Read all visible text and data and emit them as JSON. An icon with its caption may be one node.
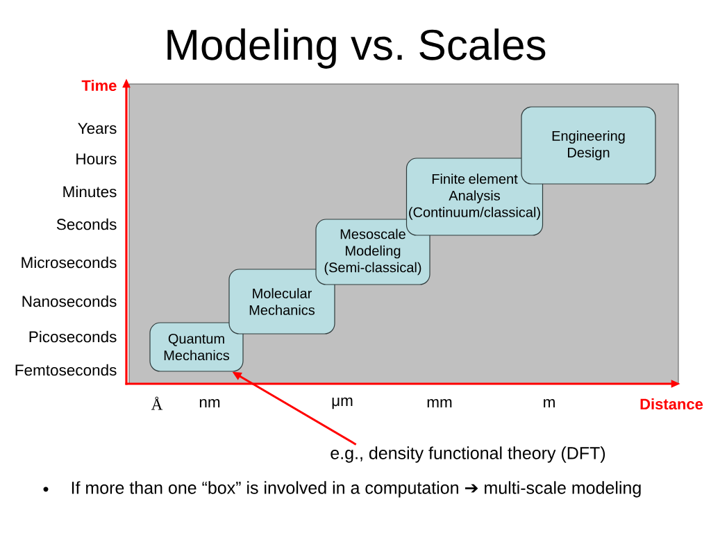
{
  "diagram": {
    "title": "Modeling vs. Scales",
    "nodes": [
      {
        "text": [
          "Quantum Mechanics"
        ]
      },
      {
        "text": [
          "Molecular Mechanics"
        ]
      },
      {
        "text": [
          "Mesoscale Modeling (Semi-classical)"
        ]
      },
      {
        "text": [
          "Finite element Analysis (Continuum/classical)"
        ]
      },
      {
        "text": [
          "Engineering Design"
        ]
      },
      {
        "text": [
          "e.g., density functional theory (DFT)"
        ]
      }
    ],
    "edges": [
      {
        "from": 5,
        "to": 0,
        "arrow": "to",
        "color": "#ff0000"
      }
    ],
    "labels": [
      "Time",
      "Years",
      "Hours",
      "Minutes",
      "Seconds",
      "Microseconds",
      "Nanoseconds",
      "Picoseconds",
      "Femtoseconds",
      "Å",
      "nm",
      "μm",
      "mm",
      "m",
      "Distance",
      "If more than one “box” is involved in a computation ➔ multi-scale modeling"
    ]
  }
}
